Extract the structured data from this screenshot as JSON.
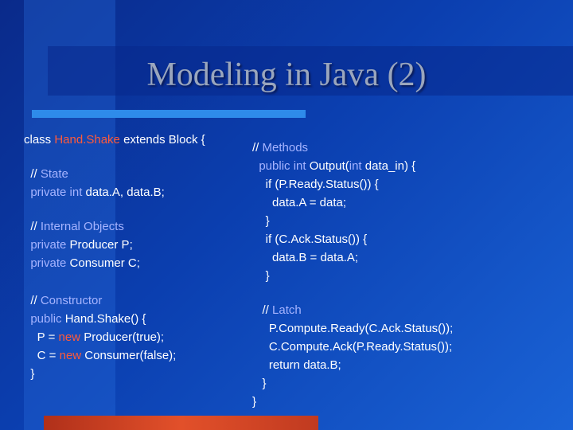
{
  "slide": {
    "title": "Modeling in Java (2)"
  },
  "code_left": [
    {
      "parts": [
        {
          "t": "class ",
          "c": ""
        },
        {
          "t": "Hand.Shake",
          "c": "red"
        },
        {
          "t": " extends Block {",
          "c": ""
        }
      ]
    },
    {
      "gap": "s"
    },
    {
      "parts": [
        {
          "t": "  // ",
          "c": ""
        },
        {
          "t": "State",
          "c": "kw"
        }
      ]
    },
    {
      "parts": [
        {
          "t": "  private int",
          "c": "kw"
        },
        {
          "t": " data.A, data.B;",
          "c": ""
        }
      ]
    },
    {
      "gap": "s"
    },
    {
      "parts": [
        {
          "t": "  // ",
          "c": ""
        },
        {
          "t": "Internal Objects",
          "c": "kw"
        }
      ]
    },
    {
      "parts": [
        {
          "t": "  private",
          "c": "kw"
        },
        {
          "t": " Producer P;",
          "c": ""
        }
      ]
    },
    {
      "parts": [
        {
          "t": "  private",
          "c": "kw"
        },
        {
          "t": " Consumer C;",
          "c": ""
        }
      ]
    },
    {
      "gap": "m"
    },
    {
      "parts": [
        {
          "t": "  // ",
          "c": ""
        },
        {
          "t": "Constructor",
          "c": "kw"
        }
      ]
    },
    {
      "parts": [
        {
          "t": "  public",
          "c": "kw"
        },
        {
          "t": " Hand.Shake() {",
          "c": ""
        }
      ]
    },
    {
      "parts": [
        {
          "t": "    P = ",
          "c": ""
        },
        {
          "t": "new",
          "c": "red"
        },
        {
          "t": " Producer(true);",
          "c": ""
        }
      ]
    },
    {
      "parts": [
        {
          "t": "    C = ",
          "c": ""
        },
        {
          "t": "new",
          "c": "red"
        },
        {
          "t": " Consumer(false);",
          "c": ""
        }
      ]
    },
    {
      "parts": [
        {
          "t": "  }",
          "c": ""
        }
      ]
    }
  ],
  "code_right": [
    {
      "parts": [
        {
          "t": "// ",
          "c": ""
        },
        {
          "t": "Methods",
          "c": "kw"
        }
      ]
    },
    {
      "parts": [
        {
          "t": "  public int",
          "c": "kw"
        },
        {
          "t": " Output(",
          "c": ""
        },
        {
          "t": "int",
          "c": "kw"
        },
        {
          "t": " data_in) {",
          "c": ""
        }
      ]
    },
    {
      "parts": [
        {
          "t": "    if (P.Ready.Status()) {",
          "c": ""
        }
      ]
    },
    {
      "parts": [
        {
          "t": "      data.A = data;",
          "c": ""
        }
      ]
    },
    {
      "parts": [
        {
          "t": "    }",
          "c": ""
        }
      ]
    },
    {
      "parts": [
        {
          "t": "    if (C.Ack.Status()) {",
          "c": ""
        }
      ]
    },
    {
      "parts": [
        {
          "t": "      data.B = data.A;",
          "c": ""
        }
      ]
    },
    {
      "parts": [
        {
          "t": "    }",
          "c": ""
        }
      ]
    },
    {
      "gap": "s"
    },
    {
      "parts": [
        {
          "t": "   // ",
          "c": ""
        },
        {
          "t": "Latch",
          "c": "kw"
        }
      ]
    },
    {
      "parts": [
        {
          "t": "     P.Compute.Ready(C.Ack.Status());",
          "c": ""
        }
      ]
    },
    {
      "parts": [
        {
          "t": "     C.Compute.Ack(P.Ready.Status());",
          "c": ""
        }
      ]
    },
    {
      "parts": [
        {
          "t": "     return data.B;",
          "c": ""
        }
      ]
    },
    {
      "parts": [
        {
          "t": "   }",
          "c": ""
        }
      ]
    },
    {
      "parts": [
        {
          "t": "}",
          "c": ""
        }
      ]
    }
  ]
}
